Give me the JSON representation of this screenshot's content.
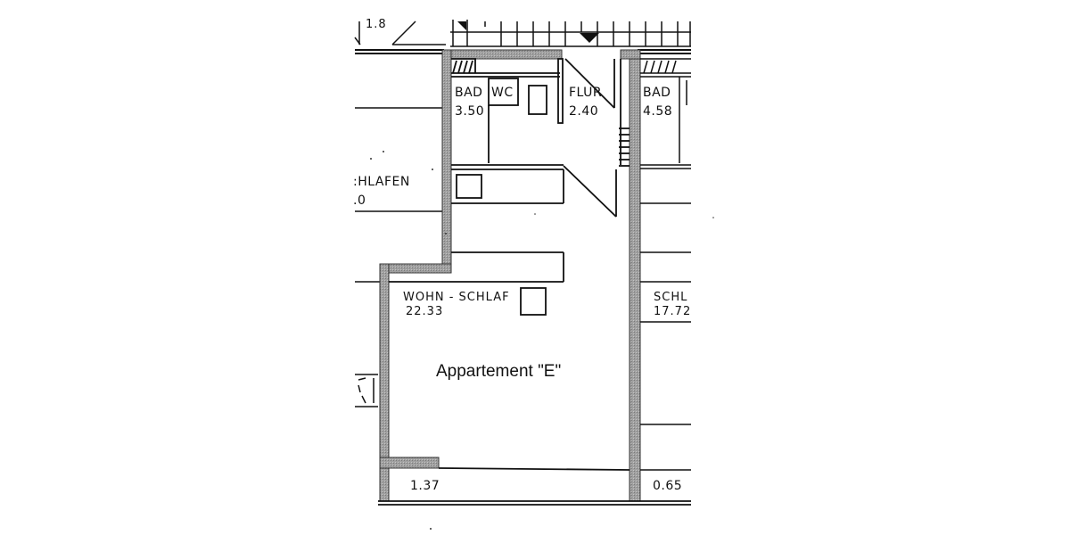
{
  "plan": {
    "title": "Appartement \"E\"",
    "wall_color": "#9a9a9a",
    "line_color": "#111111",
    "background": "#ffffff",
    "top_dimension": "1.8",
    "rooms": [
      {
        "id": "bad-left",
        "name": "BAD",
        "area": "3.50"
      },
      {
        "id": "wc",
        "name": "WC",
        "area": ""
      },
      {
        "id": "flur",
        "name": "FLUR",
        "area": "2.40"
      },
      {
        "id": "bad-right",
        "name": "BAD",
        "area": "4.58"
      },
      {
        "id": "schlafen-left",
        "name": ":HLAFEN",
        "area": ".0"
      },
      {
        "id": "wohn-schlaf",
        "name": "WOHN - SCHLAF",
        "area": "22.33"
      },
      {
        "id": "schl-right",
        "name": "SCHL",
        "area": "17.72"
      },
      {
        "id": "balcony-left",
        "name": "",
        "area": "1.37"
      },
      {
        "id": "balcony-right",
        "name": "",
        "area": "0.65"
      }
    ]
  }
}
